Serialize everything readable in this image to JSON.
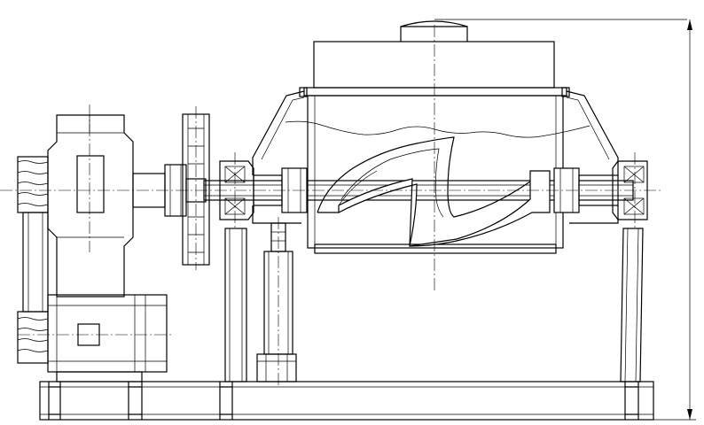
{
  "drawing": {
    "view": "front elevation",
    "components": [
      "dome-top-cap",
      "mixer-hood",
      "trough-body",
      "frame-bracket-left",
      "frame-bracket-right",
      "sigma-blade",
      "main-shaft",
      "bearing-housing-left",
      "bearing-housing-right",
      "handwheel",
      "coupling",
      "gear-reducer",
      "pulley-sheave-upper",
      "pulley-sheave-lower",
      "belt-guard",
      "electric-motor",
      "motor-terminal-box",
      "tilt-cylinder",
      "cylinder-base",
      "support-leg-left",
      "support-leg-right",
      "base-frame",
      "overall-height-dimension-line"
    ],
    "colors": {
      "line": "#000000",
      "background": "#ffffff"
    }
  }
}
